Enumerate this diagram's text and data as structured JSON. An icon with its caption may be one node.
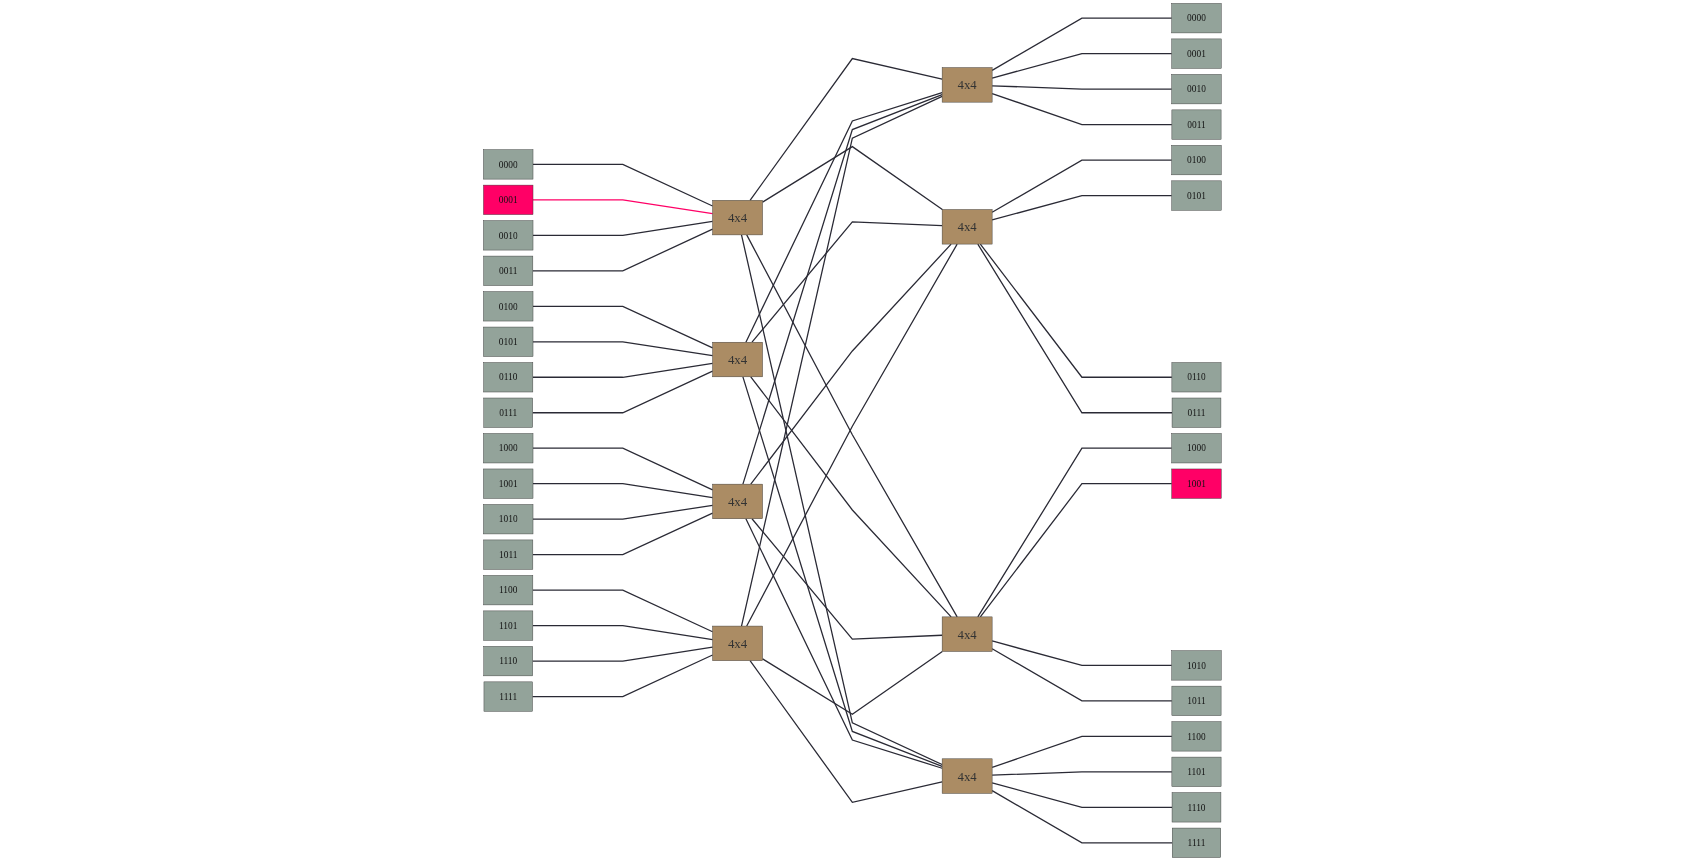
{
  "diagram": {
    "nodes": [
      {
        "text": [
          "0000"
        ]
      },
      {
        "text": [
          "0001"
        ]
      },
      {
        "text": [
          "0010"
        ]
      },
      {
        "text": [
          "0011"
        ]
      },
      {
        "text": [
          "0100"
        ]
      },
      {
        "text": [
          "0101"
        ]
      },
      {
        "text": [
          "0110"
        ]
      },
      {
        "text": [
          "0111"
        ]
      },
      {
        "text": [
          "1000"
        ]
      },
      {
        "text": [
          "1001"
        ]
      },
      {
        "text": [
          "1010"
        ]
      },
      {
        "text": [
          "1011"
        ]
      },
      {
        "text": [
          "1100"
        ]
      },
      {
        "text": [
          "1101"
        ]
      },
      {
        "text": [
          "1110"
        ]
      },
      {
        "text": [
          "1111"
        ]
      },
      {
        "text": [
          "4x4"
        ]
      },
      {
        "text": [
          "4x4"
        ]
      },
      {
        "text": [
          "4x4"
        ]
      },
      {
        "text": [
          "4x4"
        ]
      },
      {
        "text": [
          "4x4"
        ]
      },
      {
        "text": [
          "4x4"
        ]
      },
      {
        "text": [
          "4x4"
        ]
      },
      {
        "text": [
          "4x4"
        ]
      },
      {
        "text": [
          "0000"
        ]
      },
      {
        "text": [
          "0001"
        ]
      },
      {
        "text": [
          "0010"
        ]
      },
      {
        "text": [
          "0011"
        ]
      },
      {
        "text": [
          "0100"
        ]
      },
      {
        "text": [
          "0101"
        ]
      },
      {
        "text": [
          "0110"
        ]
      },
      {
        "text": [
          "0111"
        ]
      },
      {
        "text": [
          "1000"
        ]
      },
      {
        "text": [
          "1001"
        ]
      },
      {
        "text": [
          "1010"
        ]
      },
      {
        "text": [
          "1011"
        ]
      },
      {
        "text": [
          "1100"
        ]
      },
      {
        "text": [
          "1101"
        ]
      },
      {
        "text": [
          "1110"
        ]
      },
      {
        "text": [
          "1111"
        ]
      }
    ],
    "edges": [
      {
        "from": 0,
        "to": 16,
        "arrow": "none"
      },
      {
        "from": 1,
        "to": 16,
        "arrow": "none",
        "color": "#ff0066"
      },
      {
        "from": 2,
        "to": 16,
        "arrow": "none"
      },
      {
        "from": 3,
        "to": 16,
        "arrow": "none"
      },
      {
        "from": 4,
        "to": 17,
        "arrow": "none"
      },
      {
        "from": 5,
        "to": 17,
        "arrow": "none"
      },
      {
        "from": 6,
        "to": 17,
        "arrow": "none"
      },
      {
        "from": 7,
        "to": 17,
        "arrow": "none"
      },
      {
        "from": 8,
        "to": 18,
        "arrow": "none"
      },
      {
        "from": 9,
        "to": 18,
        "arrow": "none"
      },
      {
        "from": 10,
        "to": 18,
        "arrow": "none"
      },
      {
        "from": 11,
        "to": 18,
        "arrow": "none"
      },
      {
        "from": 12,
        "to": 19,
        "arrow": "none"
      },
      {
        "from": 13,
        "to": 19,
        "arrow": "none"
      },
      {
        "from": 14,
        "to": 19,
        "arrow": "none"
      },
      {
        "from": 15,
        "to": 19,
        "arrow": "none"
      },
      {
        "from": 16,
        "to": 20,
        "arrow": "none"
      },
      {
        "from": 16,
        "to": 21,
        "arrow": "none"
      },
      {
        "from": 16,
        "to": 22,
        "arrow": "none"
      },
      {
        "from": 16,
        "to": 23,
        "arrow": "none"
      },
      {
        "from": 17,
        "to": 20,
        "arrow": "none"
      },
      {
        "from": 17,
        "to": 21,
        "arrow": "none"
      },
      {
        "from": 17,
        "to": 22,
        "arrow": "none"
      },
      {
        "from": 17,
        "to": 23,
        "arrow": "none"
      },
      {
        "from": 18,
        "to": 20,
        "arrow": "none"
      },
      {
        "from": 18,
        "to": 21,
        "arrow": "none"
      },
      {
        "from": 18,
        "to": 22,
        "arrow": "none"
      },
      {
        "from": 18,
        "to": 23,
        "arrow": "none"
      },
      {
        "from": 19,
        "to": 20,
        "arrow": "none"
      },
      {
        "from": 19,
        "to": 21,
        "arrow": "none"
      },
      {
        "from": 19,
        "to": 22,
        "arrow": "none"
      },
      {
        "from": 19,
        "to": 23,
        "arrow": "none"
      },
      {
        "from": 20,
        "to": 24,
        "arrow": "none"
      },
      {
        "from": 20,
        "to": 25,
        "arrow": "none"
      },
      {
        "from": 20,
        "to": 26,
        "arrow": "none"
      },
      {
        "from": 20,
        "to": 27,
        "arrow": "none"
      },
      {
        "from": 21,
        "to": 28,
        "arrow": "none"
      },
      {
        "from": 21,
        "to": 29,
        "arrow": "none"
      },
      {
        "from": 21,
        "to": 30,
        "arrow": "none"
      },
      {
        "from": 21,
        "to": 31,
        "arrow": "none"
      },
      {
        "from": 22,
        "to": 32,
        "arrow": "none"
      },
      {
        "from": 22,
        "to": 33,
        "arrow": "none"
      },
      {
        "from": 22,
        "to": 34,
        "arrow": "none"
      },
      {
        "from": 22,
        "to": 35,
        "arrow": "none"
      },
      {
        "from": 23,
        "to": 36,
        "arrow": "none"
      },
      {
        "from": 23,
        "to": 37,
        "arrow": "none"
      },
      {
        "from": 23,
        "to": 38,
        "arrow": "none"
      },
      {
        "from": 23,
        "to": 39,
        "arrow": "none"
      }
    ]
  }
}
